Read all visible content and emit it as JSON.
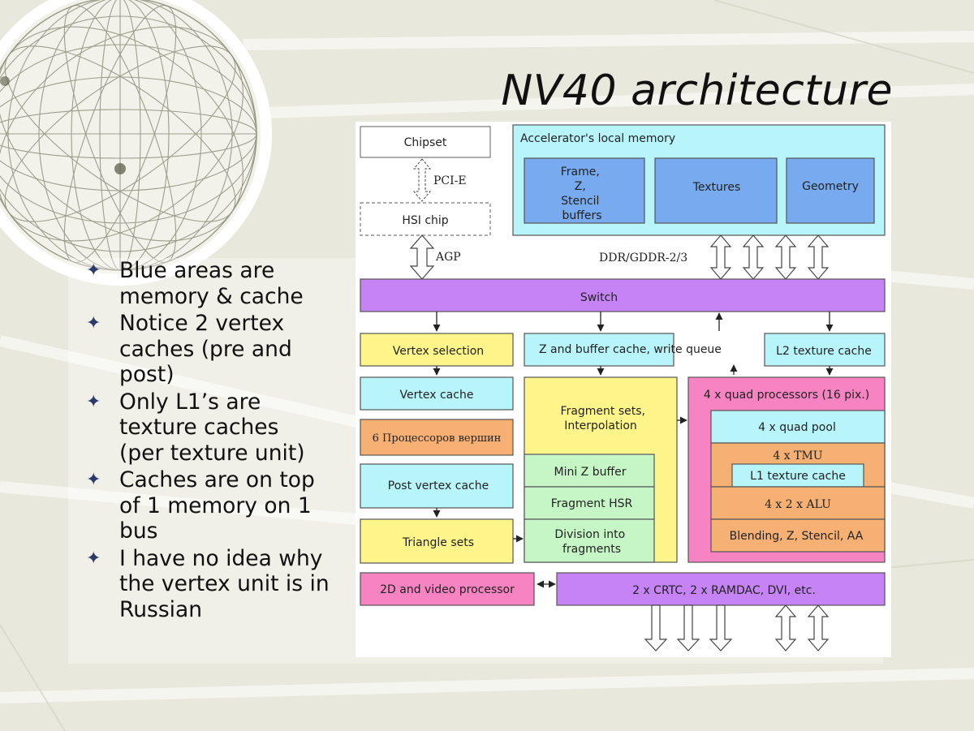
{
  "slide": {
    "title": "NV40 architecture",
    "bullets": [
      "Blue areas are memory & cache",
      "Notice 2 vertex caches (pre and post)",
      "Only L1’s are texture caches (per texture unit)",
      "Caches are on top of 1 memory on 1 bus",
      "I have no idea why the vertex unit is in Russian"
    ],
    "bullet_marker": "✦"
  },
  "diagram": {
    "colors": {
      "cyan": "#b7f5fb",
      "blue": "#77aaee",
      "yellow": "#fdf58a",
      "green": "#c6f6c6",
      "orange": "#f6b074",
      "pink": "#f783c2",
      "purple": "#c583f5",
      "white": "#ffffff"
    },
    "chipset": "Chipset",
    "pcie": "PCI-E",
    "hsi_chip": "HSI chip",
    "agp": "AGP",
    "local_memory": "Accelerator's local memory",
    "frame_lines": [
      "Frame,",
      "Z,",
      "Stencil",
      "buffers"
    ],
    "textures": "Textures",
    "geometry": "Geometry",
    "ddr": "DDR/GDDR-2/3",
    "switch": "Switch",
    "vertex_selection": "Vertex selection",
    "z_buffer_cache": "Z and buffer cache, write queue",
    "l2_texture_cache": "L2 texture cache",
    "vertex_cache": "Vertex cache",
    "vertex_processors": "6 Процессоров вершин",
    "post_vertex_cache": "Post vertex cache",
    "triangle_sets": "Triangle sets",
    "fragment_sets_lines": [
      "Fragment sets,",
      "Interpolation"
    ],
    "mini_z_buffer": "Mini Z buffer",
    "fragment_hsr": "Fragment HSR",
    "division_lines": [
      "Division into",
      "fragments"
    ],
    "quad_processors": "4 x quad processors (16 pix.)",
    "quad_pool": "4 x quad pool",
    "tmu": "4 x TMU",
    "l1_texture_cache": "L1 texture cache",
    "alu": "4 x 2 x ALU",
    "blending": "Blending, Z, Stencil, AA",
    "video_processor": "2D and video processor",
    "crtc": "2 x CRTC, 2 x RAMDAC, DVI, etc."
  }
}
